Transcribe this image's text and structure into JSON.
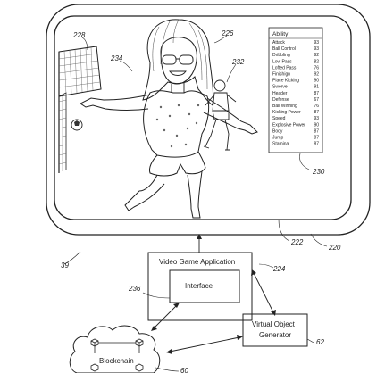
{
  "refs": {
    "r39": "39",
    "r62": "62",
    "r220": "220",
    "r222": "222",
    "r224": "224",
    "r226": "226",
    "r228": "228",
    "r230": "230",
    "r232": "232",
    "r234": "234",
    "r236": "236",
    "r60": "60"
  },
  "boxes": {
    "video_game_application": "Video Game Application",
    "interface": "Interface",
    "virtual_object_generator_line1": "Virtual Object",
    "virtual_object_generator_line2": "Generator",
    "blockchain": "Blockchain"
  },
  "ability_table": {
    "title": "Ability",
    "rows": [
      {
        "name": "Attack",
        "value": "93"
      },
      {
        "name": "Ball Control",
        "value": "93"
      },
      {
        "name": "Dribbling",
        "value": "92"
      },
      {
        "name": "Low Pass",
        "value": "82"
      },
      {
        "name": "Lofted Pass",
        "value": "76"
      },
      {
        "name": "Finishign",
        "value": "92"
      },
      {
        "name": "Place Kicking",
        "value": "90"
      },
      {
        "name": "Swerve",
        "value": "91"
      },
      {
        "name": "Header",
        "value": "87"
      },
      {
        "name": "Defense",
        "value": "67"
      },
      {
        "name": "Ball Winning",
        "value": "76"
      },
      {
        "name": "Kicking Power",
        "value": "87"
      },
      {
        "name": "Speed",
        "value": "93"
      },
      {
        "name": "Explosive Power",
        "value": "90"
      },
      {
        "name": "Body",
        "value": "87"
      },
      {
        "name": "Jump",
        "value": "87"
      },
      {
        "name": "Stamina",
        "value": "87"
      }
    ]
  }
}
